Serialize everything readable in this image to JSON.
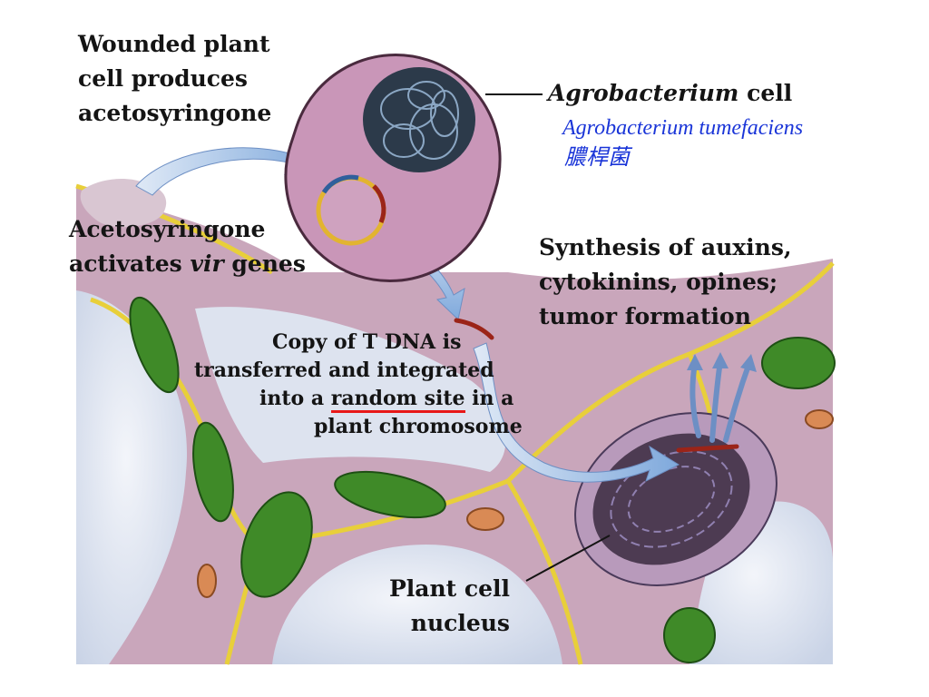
{
  "labels": {
    "wounded": [
      "Wounded plant",
      "cell produces",
      "acetosyringone"
    ],
    "agro_italic": "Agrobacterium",
    "agro_rest": " cell",
    "species_name": "Agrobacterium tumefaciens",
    "species_chinese": "膿桿菌",
    "aceto_line1": "Acetosyringone",
    "aceto_line2_a": "activates ",
    "aceto_line2_b": "vir",
    "aceto_line2_c": " genes",
    "synthesis": [
      "Synthesis of auxins,",
      "cytokinins, opines;",
      "tumor formation"
    ],
    "tdna_line1": "Copy of  T DNA is",
    "tdna_line2": "transferred and integrated",
    "tdna_line3_a": "into a ",
    "tdna_line3_b": "random site",
    "tdna_line3_c": " in a",
    "tdna_line4": "plant chromosome",
    "nucleus": [
      "Plant cell",
      "nucleus"
    ]
  },
  "colors": {
    "cell_wall": "#e8cf3a",
    "cytoplasm": "#c9a6bb",
    "vacuole": "#e3e8f2",
    "chloroplast": "#3f8a28",
    "bacterium": "#c996b8",
    "arrow": "#8fb4e0",
    "highlight_underline": "#e81818",
    "species_text": "#1a35d8"
  }
}
